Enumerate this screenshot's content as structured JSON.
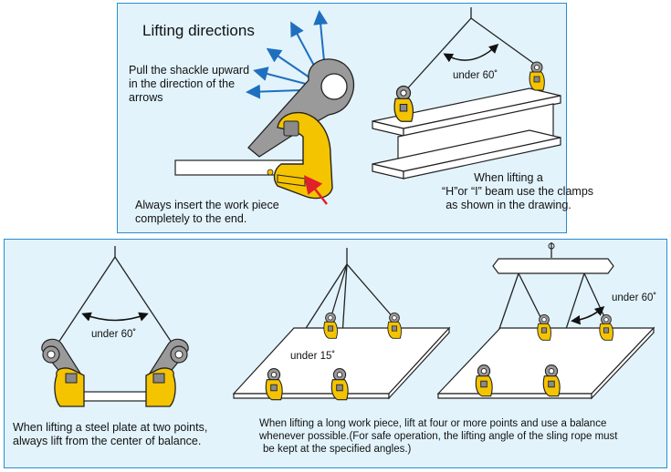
{
  "top_panel": {
    "title": "Lifting directions",
    "shackle_note": [
      "Pull the shackle upward",
      "in the direction of the",
      "arrows"
    ],
    "insert_note": [
      "Always insert the work piece",
      "completely to the end."
    ],
    "beam_angle": "under 60˚",
    "beam_note": [
      "When lifting a",
      "“H”or “I” beam use the clamps",
      "as shown in the drawing."
    ]
  },
  "bottom_panel": {
    "two_point_angle": "under 60˚",
    "two_point_note": [
      "When lifting a steel plate at two points,",
      "always lift from the center of balance."
    ],
    "four_point_angle": "under 15˚",
    "balance_angle": "under 60˚",
    "long_piece_note": [
      "When lifting a long work piece, lift at four or more points and use a balance",
      "whenever possible.(For safe operation, the lifting angle of the sling rope must",
      "be kept at the specified angles.)"
    ]
  },
  "colors": {
    "panel_bg": "#e2f3fb",
    "panel_border": "#2a8ed0",
    "arrow_blue": "#1f6fc0",
    "clamp_yellow": "#f5c400",
    "shackle_gray": "#9a9a9a",
    "insert_arrow_red": "#e0202a"
  }
}
